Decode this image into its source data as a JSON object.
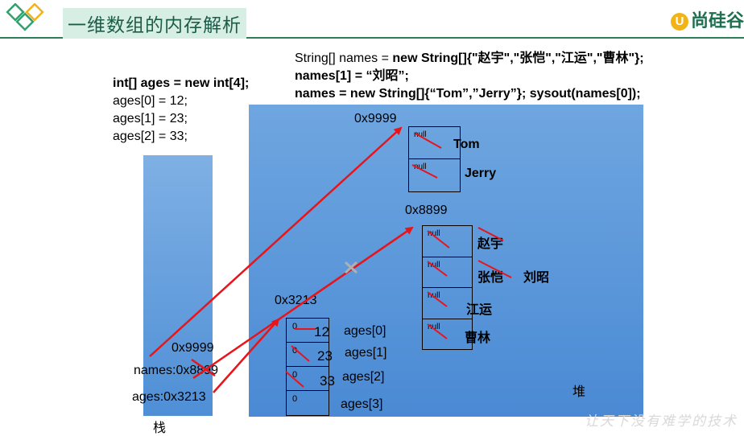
{
  "header": {
    "title": "一维数组的内存解析",
    "brand": "尚硅谷"
  },
  "code": {
    "array_line1_a": "String[] names = ",
    "array_line1_b": "new String[]{\"赵宇\",\"张恺\",\"江运\",\"曹林\"};",
    "array_line2": "names[1] = “刘昭”;",
    "array_line3": "names = new String[]{“Tom”,”Jerry”}; sysout(names[0]);",
    "int_line1": "int[] ages = new int[4];",
    "int_line2": "ages[0] = 12;",
    "int_line3": "ages[1] = 23;",
    "int_line4": "ages[2] = 33;"
  },
  "stack": {
    "label": "栈",
    "names_old_ref": "0x9999",
    "names_var": "names:0x8899",
    "ages_var": "ages:0x3213"
  },
  "heap": {
    "label": "堆",
    "tom_array": {
      "address": "0x9999",
      "cells": [
        {
          "default": "null",
          "value": "Tom"
        },
        {
          "default": "null",
          "value": "Jerry"
        }
      ]
    },
    "names_array": {
      "address": "0x8899",
      "cells": [
        {
          "default": "null",
          "value": "赵宇"
        },
        {
          "default": "null",
          "value": "张恺",
          "new_value": "刘昭"
        },
        {
          "default": "null",
          "value": "江运"
        },
        {
          "default": "null",
          "value": "曹林"
        }
      ]
    },
    "ages_array": {
      "address": "0x3213",
      "cells": [
        {
          "default": "0",
          "value": "12",
          "index_label": "ages[0]"
        },
        {
          "default": "0",
          "value": "23",
          "index_label": "ages[1]"
        },
        {
          "default": "0",
          "value": "33",
          "index_label": "ages[2]"
        },
        {
          "default": "0",
          "value": "",
          "index_label": "ages[3]"
        }
      ]
    }
  },
  "watermark": "让天下没有难学的技术",
  "colors": {
    "arrow": "#e8141a",
    "title_text": "#1c5d4a",
    "rule": "#2e7d5b",
    "stack_fill": "#5b97da",
    "heap_fill": "#5a96da"
  }
}
